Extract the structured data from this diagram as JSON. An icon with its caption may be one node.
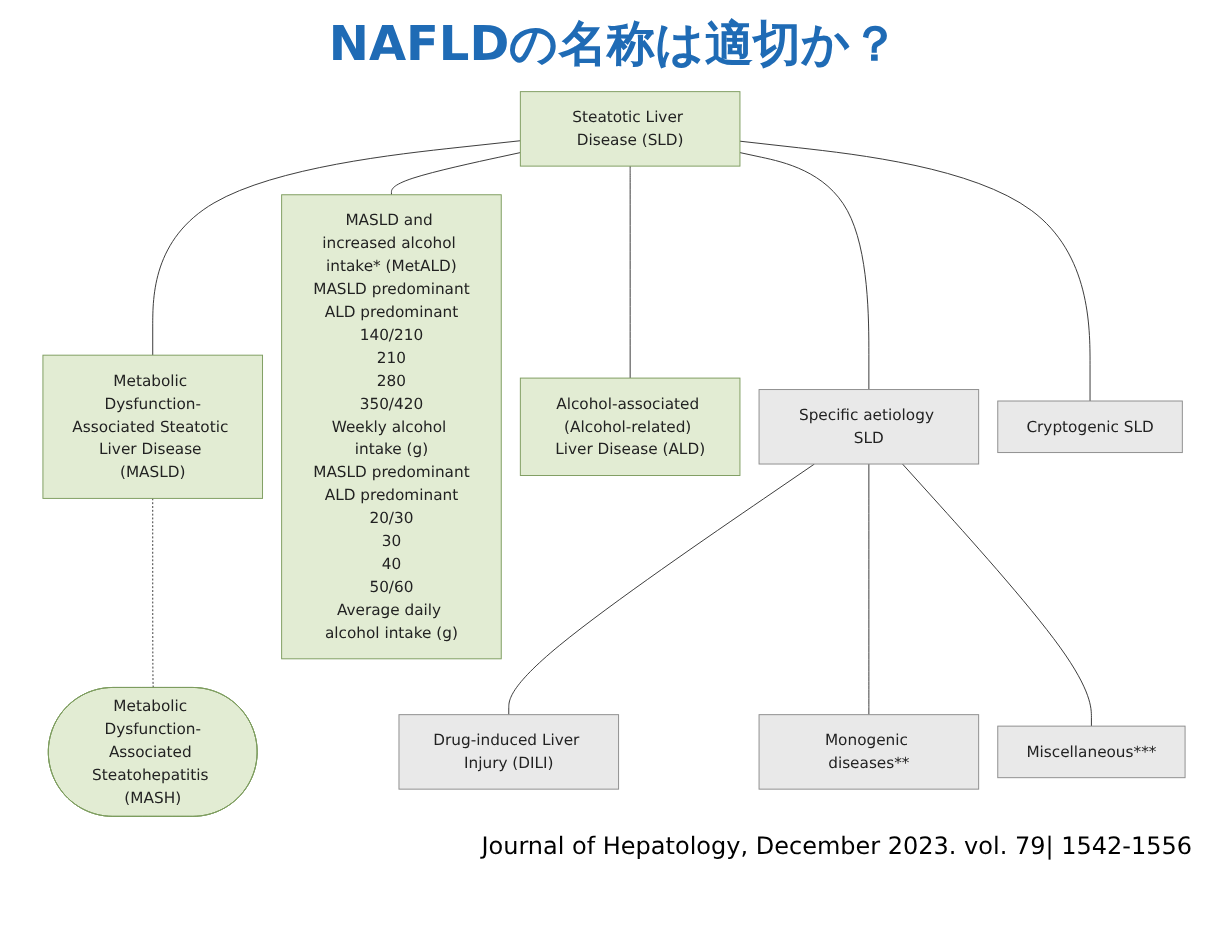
{
  "diagram": {
    "title": "NAFLDの名称は適切か？",
    "caption": "Journal of Hepatology, December 2023. vol. 79| 1542-1556",
    "nodes": [
      {
        "text": [
          "Steatotic Liver Disease (SLD)"
        ]
      },
      {
        "text": [
          "Metabolic Dysfunction-Associated Steatotic Liver Disease (MASLD)"
        ]
      },
      {
        "text": [
          "MASLD and increased alcohol intake* (MetALD)",
          "MASLD predominant",
          "ALD predominant",
          "140/210",
          "210",
          "280",
          "350/420",
          "Weekly alcohol intake (g)",
          "MASLD predominant",
          "ALD predominant",
          "20/30",
          "30",
          "40",
          "50/60",
          "Average daily alcohol intake (g)"
        ]
      },
      {
        "text": [
          "Alcohol-associated (Alcohol-related) Liver Disease (ALD)"
        ]
      },
      {
        "text": [
          "Specific aetiology SLD"
        ]
      },
      {
        "text": [
          "Cryptogenic SLD"
        ]
      },
      {
        "text": [
          "Metabolic Dysfunction-Associated Steatohepatitis (MASH)"
        ]
      },
      {
        "text": [
          "Drug-induced Liver Injury (DILI)"
        ]
      },
      {
        "text": [
          "Monogenic diseases**"
        ]
      },
      {
        "text": [
          "Miscellaneous***"
        ]
      }
    ],
    "edges": [
      {
        "from": 0,
        "to": 1,
        "arrow": "none"
      },
      {
        "from": 0,
        "to": 2,
        "arrow": "none"
      },
      {
        "from": 0,
        "to": 3,
        "arrow": "none"
      },
      {
        "from": 0,
        "to": 4,
        "arrow": "none"
      },
      {
        "from": 0,
        "to": 5,
        "arrow": "none"
      },
      {
        "from": 1,
        "to": 6,
        "arrow": "none",
        "style": "dashed"
      },
      {
        "from": 4,
        "to": 7,
        "arrow": "none"
      },
      {
        "from": 4,
        "to": 8,
        "arrow": "none"
      },
      {
        "from": 4,
        "to": 9,
        "arrow": "none"
      }
    ]
  }
}
